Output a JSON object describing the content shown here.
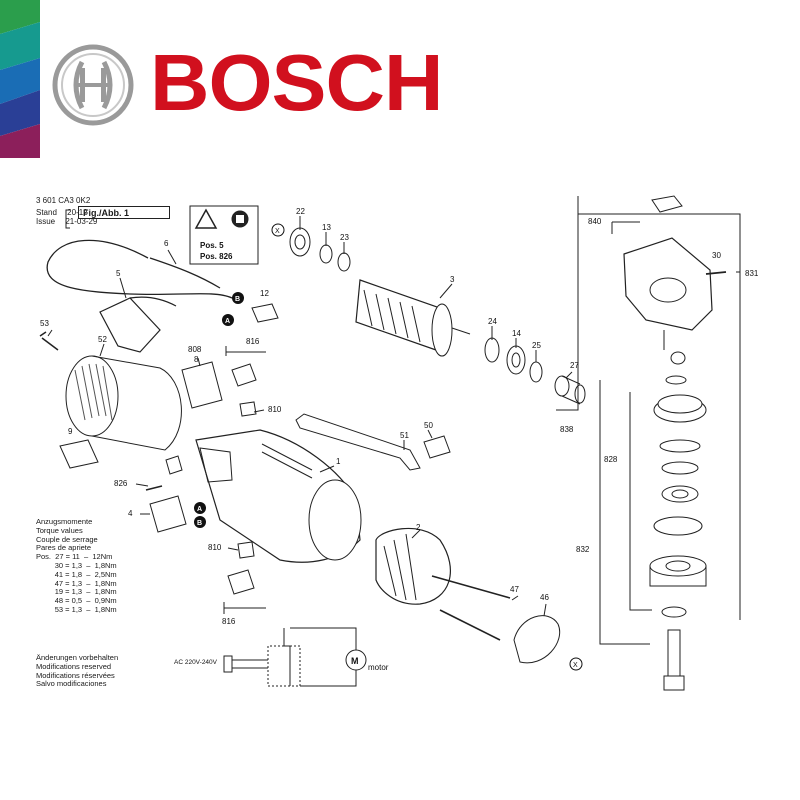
{
  "brand": {
    "name": "BOSCH"
  },
  "meta": {
    "part_no": "3 601 CA3 0K2",
    "stand_label": "Stand",
    "stand_date": "20-12",
    "issue_label": "Issue",
    "issue_date": "21-03-29",
    "fig_label": "Fig./Abb. 1"
  },
  "warning": {
    "pos5": "Pos. 5",
    "pos826": "Pos. 826"
  },
  "torque": {
    "heading": [
      "Anzugsmomente",
      "Torque values",
      "Couple de serrage",
      "Pares de apriete"
    ],
    "rows": [
      "Pos.  27 = 11  –  12Nm",
      "         30 = 1,3  –  1,8Nm",
      "         41 = 1,8  –  2,5Nm",
      "         47 = 1,3  –  1,8Nm",
      "         19 = 1,3  –  1,8Nm",
      "         48 = 0,5  –  0,9Nm",
      "         53 = 1,3  –  1,8Nm"
    ]
  },
  "mods": [
    "Änderungen vorbehalten",
    "Modifications reserved",
    "Modifications réservées",
    "Salvo modificaciones"
  ],
  "circuit": {
    "voltage": "AC 220V-240V",
    "motor_symbol": "M",
    "motor_label": "motor"
  },
  "callouts": {
    "c22": "22",
    "c13": "13",
    "c23": "23",
    "c3": "3",
    "c24": "24",
    "c14": "14",
    "c25": "25",
    "c27": "27",
    "c838": "838",
    "c840": "840",
    "c30": "30",
    "c831": "831",
    "c828": "828",
    "c832": "832",
    "c6": "6",
    "c5": "5",
    "c12": "12",
    "c53": "53",
    "c52": "52",
    "c808": "808",
    "c8": "8",
    "c816": "816",
    "c810": "810",
    "c9": "9",
    "c826": "826",
    "c4": "4",
    "c1": "1",
    "c51": "51",
    "c50": "50",
    "c2": "2",
    "c47": "47",
    "c46": "46",
    "c810b": "810",
    "c816b": "816",
    "a": "A",
    "b": "B",
    "x": "X"
  }
}
